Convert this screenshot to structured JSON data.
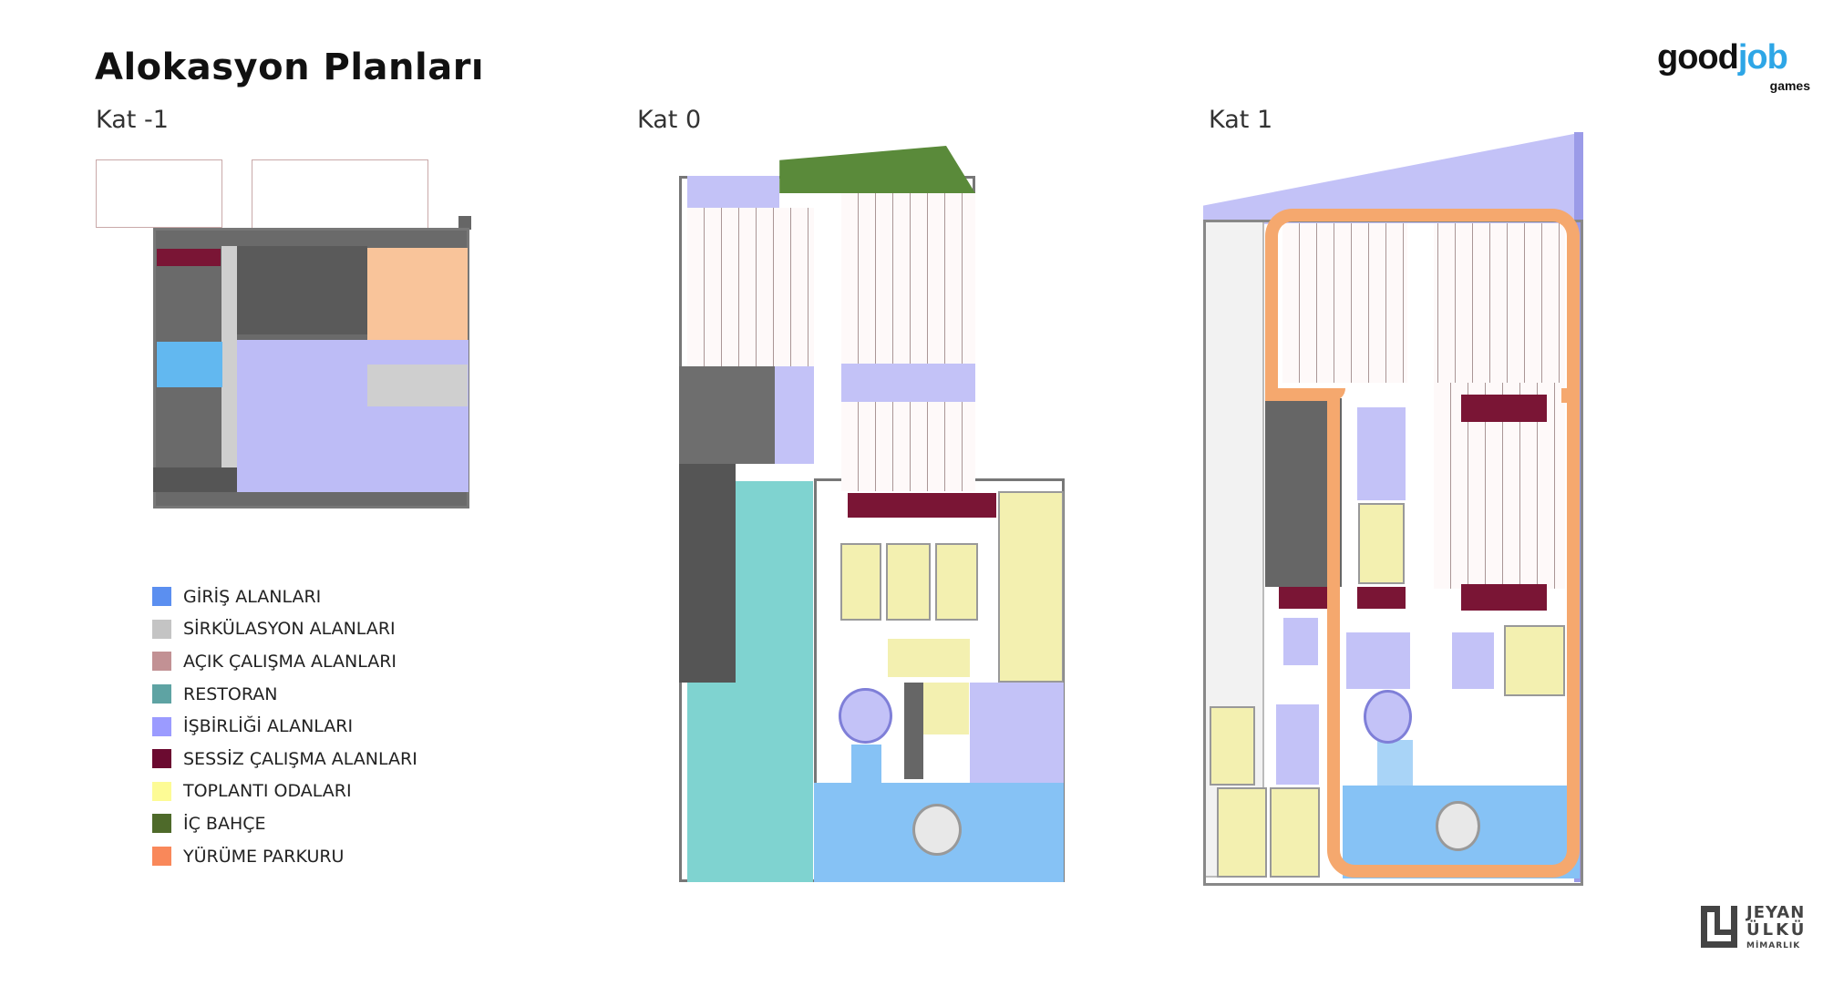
{
  "header": {
    "title": "Alokasyon Planları",
    "brand_logo": {
      "part1": "good",
      "part2": "job",
      "part3": "games"
    }
  },
  "floors": [
    {
      "label": "Kat -1"
    },
    {
      "label": "Kat 0"
    },
    {
      "label": "Kat 1"
    }
  ],
  "legend": [
    {
      "label": "GİRİŞ ALANLARI",
      "color": "#5b8ff0"
    },
    {
      "label": "SİRKÜLASYON ALANLARI",
      "color": "#c4c4c4"
    },
    {
      "label": "AÇIK ÇALIŞMA ALANLARI",
      "color": "#c29194"
    },
    {
      "label": "RESTORAN",
      "color": "#5ea3a3"
    },
    {
      "label": "İŞBİRLİĞİ ALANLARI",
      "color": "#9b9bff"
    },
    {
      "label": "SESSİZ ÇALIŞMA ALANLARI",
      "color": "#6b0a30"
    },
    {
      "label": "TOPLANTI ODALARI",
      "color": "#fdfb95"
    },
    {
      "label": "İÇ BAHÇE",
      "color": "#4e6a2a"
    },
    {
      "label": "YÜRÜME PARKURU",
      "color": "#f9885a"
    }
  ],
  "architect_logo": {
    "line1": "JEYAN",
    "line2": "ÜLKÜ",
    "line3": "MİMARLIK"
  },
  "plan_colors": {
    "entrance": "#86c2f5",
    "circulation": "#d0d0d0",
    "open_work": "#f6c4c4",
    "restaurant": "#7fd3d0",
    "collaboration": "#c3c2f7",
    "quiet": "#7a1535",
    "meeting": "#f3f0b0",
    "garden": "#5a8a3a",
    "track": "#f5a86e",
    "service": "#666666",
    "gym": "#f9c49a"
  }
}
